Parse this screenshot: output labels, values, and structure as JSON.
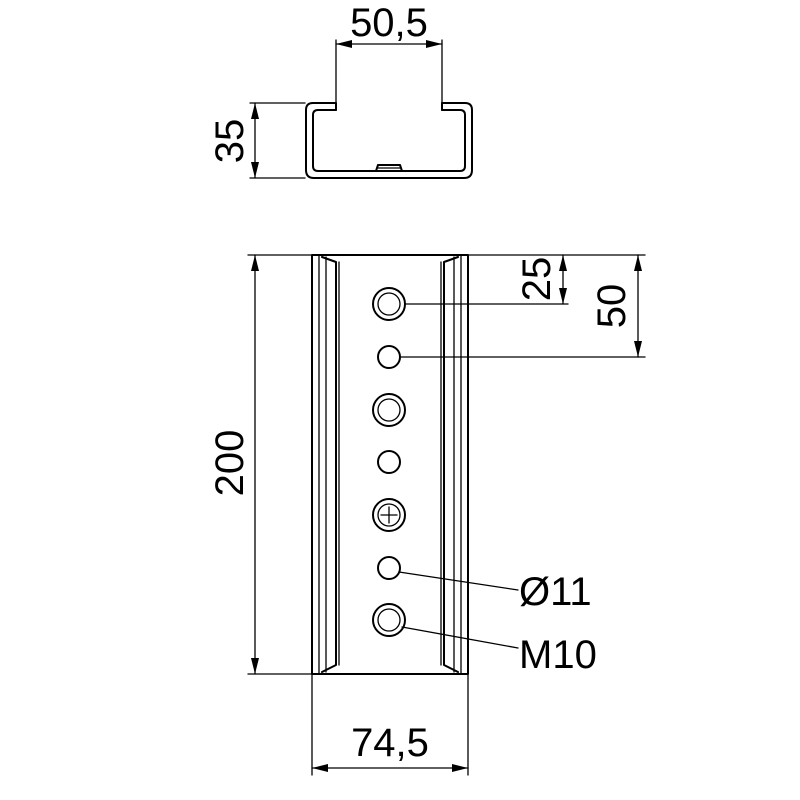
{
  "dimensions": {
    "profile_width": "50,5",
    "profile_height": "35",
    "total_length": "200",
    "first_hole_offset": "25",
    "hole_pitch": "50",
    "plate_width": "74,5",
    "hole_diameter": "Ø11",
    "thread": "M10"
  },
  "colors": {
    "line": "#000000",
    "background": "#ffffff"
  }
}
